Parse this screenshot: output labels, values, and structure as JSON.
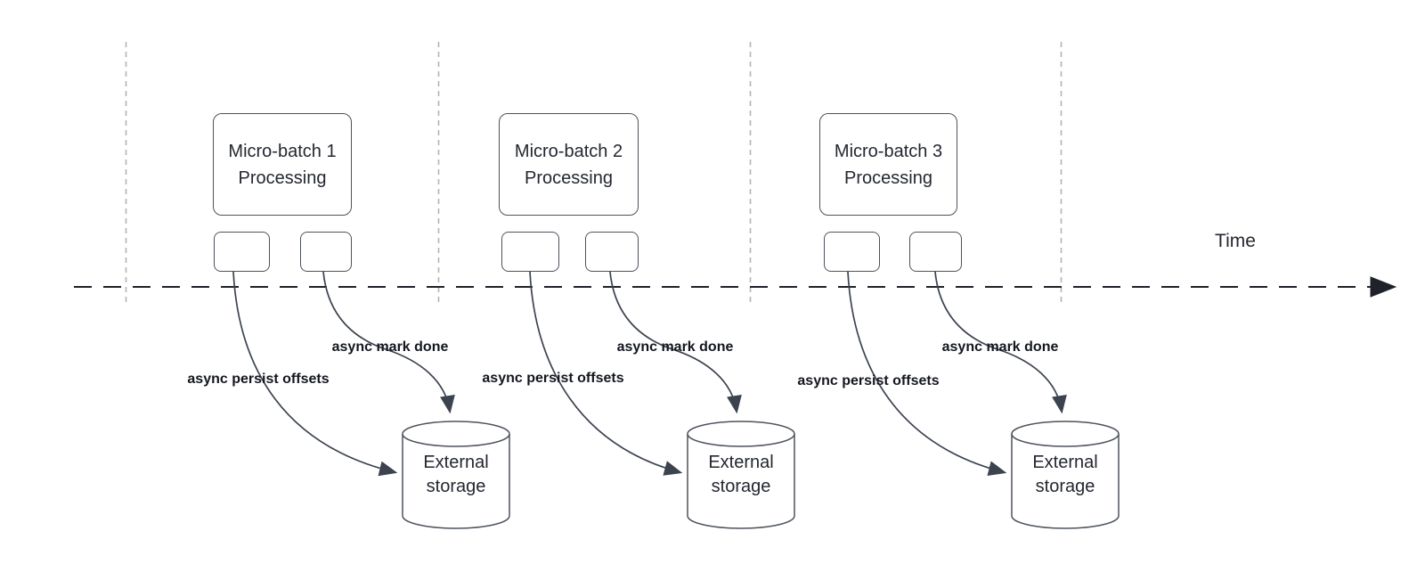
{
  "colors": {
    "bg": "#ffffff",
    "shape-stroke": "#4d535c",
    "shape-text": "#23272f",
    "guide": "#b4b4b4",
    "timeline": "#1f2229",
    "arrow": "#3c434f",
    "label-text": "#14171f"
  },
  "time_axis": {
    "label": "Time"
  },
  "sections": [
    {
      "batch_label": "Micro-batch 1\nProcessing",
      "persist_label": "async persist offsets",
      "mark_done_label": "async mark done",
      "storage_label": "External\nstorage"
    },
    {
      "batch_label": "Micro-batch 2\nProcessing",
      "persist_label": "async persist offsets",
      "mark_done_label": "async mark done",
      "storage_label": "External\nstorage"
    },
    {
      "batch_label": "Micro-batch 3\nProcessing",
      "persist_label": "async persist offsets",
      "mark_done_label": "async mark done",
      "storage_label": "External\nstorage"
    }
  ]
}
